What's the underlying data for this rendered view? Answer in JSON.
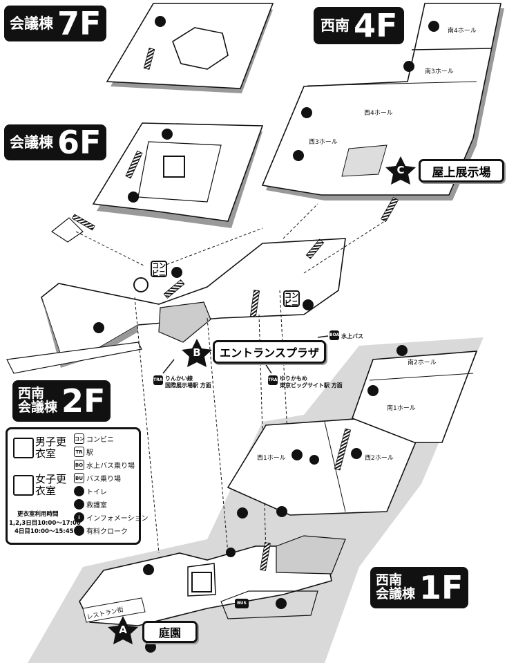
{
  "floors": {
    "f7": {
      "building": "会議棟",
      "floor": "7F"
    },
    "f6": {
      "building": "会議棟",
      "floor": "6F"
    },
    "f4": {
      "building": "西南",
      "floor": "4F"
    },
    "f2": {
      "building_line1": "西南",
      "building_line2": "会議棟",
      "floor": "2F"
    },
    "f1": {
      "building_line1": "西南",
      "building_line2": "会議棟",
      "floor": "1F"
    }
  },
  "halls": {
    "south4": "南4ホール",
    "south3": "南3ホール",
    "west4": "西4ホール",
    "west3": "西3ホール",
    "south2": "南2ホール",
    "south1": "南1ホール",
    "west1": "西1ホール",
    "west2": "西2ホール",
    "restaurant_street": "レストラン街"
  },
  "markers": {
    "a": {
      "letter": "A",
      "label": "庭園"
    },
    "b": {
      "letter": "B",
      "label": "エントランスプラザ"
    },
    "c": {
      "letter": "C",
      "label": "屋上展示場"
    }
  },
  "transit": {
    "boat": "水上バス",
    "boat_badge": "BOAT",
    "train_badge": "TRAIN",
    "bus_badge": "BUS",
    "rinkai_line1": "りんかい線",
    "rinkai_line2": "国際展示場駅 方面",
    "yurikamome_line1": "ゆりかもめ",
    "yurikamome_line2": "東京ビッグサイト駅 方面"
  },
  "conv_store_sign": "コンビニ",
  "legend": {
    "male_changing": "男子更衣室",
    "female_changing": "女子更衣室",
    "hours_title": "更衣室利用時間",
    "hours_day123": "1,2,3日目10:00～17:00",
    "hours_day4": "4日目10:00～15:45",
    "items": [
      {
        "icon": "convenience-store-icon",
        "badge": "コンビニ",
        "label": "コンビニ"
      },
      {
        "icon": "train-station-icon",
        "badge": "TRAIN",
        "label": "駅"
      },
      {
        "icon": "water-bus-icon",
        "badge": "BOAT",
        "label": "水上バス乗り場"
      },
      {
        "icon": "bus-stop-icon",
        "badge": "BUS",
        "label": "バス乗り場"
      },
      {
        "icon": "restroom-icon",
        "badge": "",
        "label": "トイレ"
      },
      {
        "icon": "first-aid-icon",
        "badge": "",
        "label": "救護室"
      },
      {
        "icon": "information-icon",
        "badge": "i",
        "label": "インフォメーション"
      },
      {
        "icon": "cloakroom-icon",
        "badge": "",
        "label": "有料クローク"
      }
    ]
  }
}
